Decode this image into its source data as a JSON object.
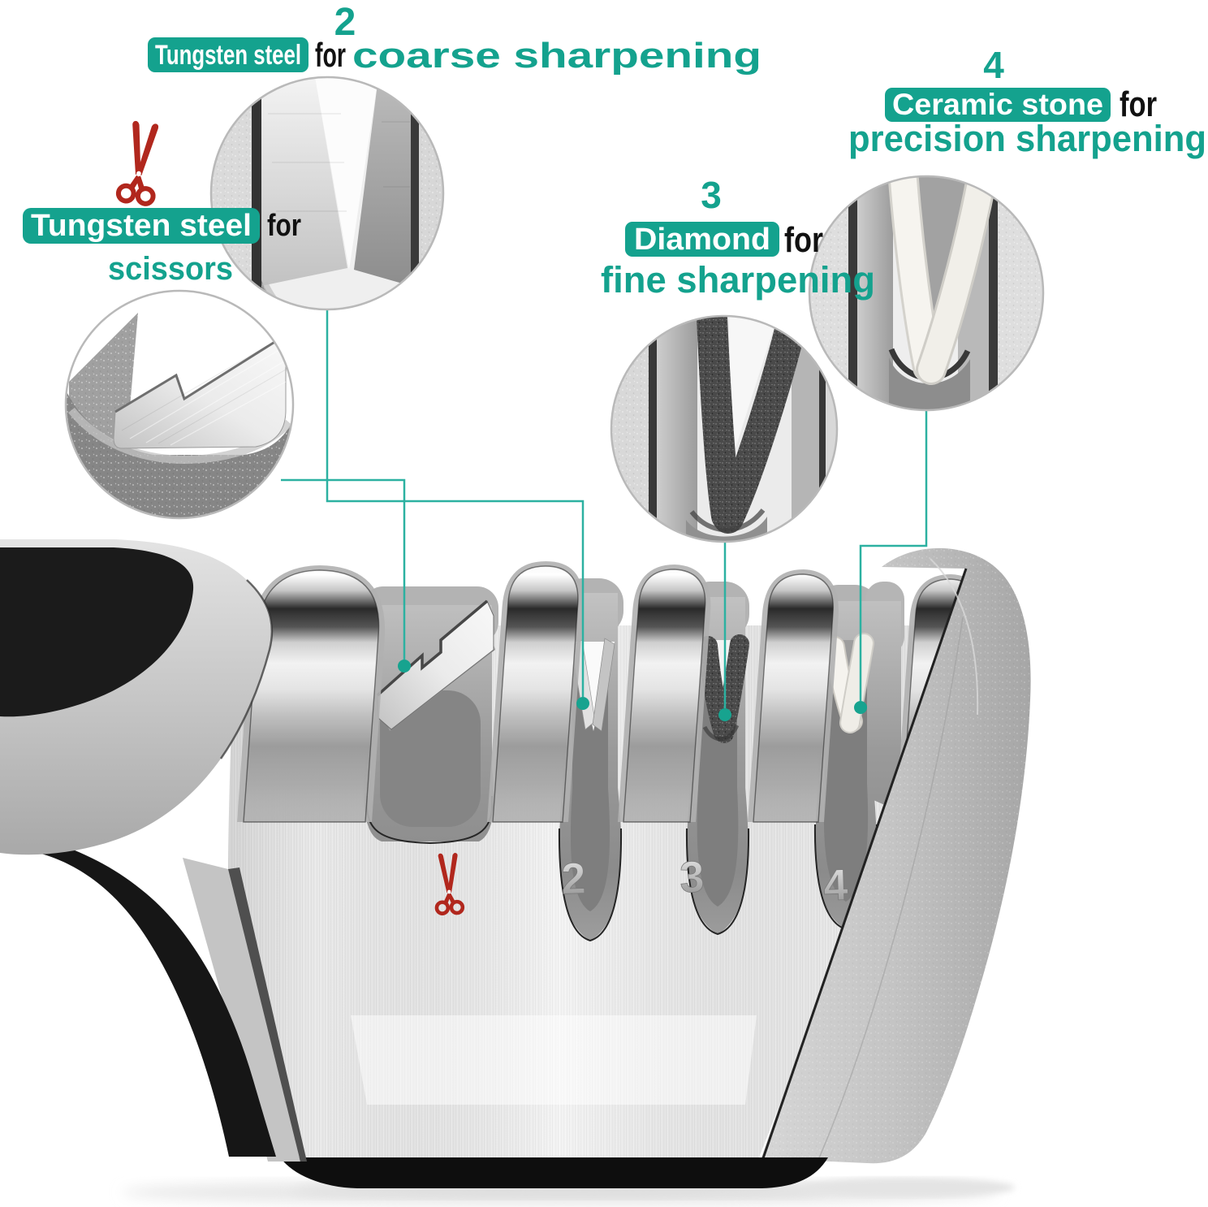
{
  "colors": {
    "teal": "#14a28e",
    "teal_line": "#2cb1a1",
    "red": "#b1271d",
    "text_black": "#111111"
  },
  "callouts": {
    "scissors": {
      "highlight": "Tungsten steel",
      "connector": "for",
      "emphasis": "scissors"
    },
    "coarse": {
      "number": "2",
      "highlight": "Tungsten steel",
      "connector": "for",
      "emphasis": "coarse sharpening"
    },
    "fine": {
      "number": "3",
      "highlight": "Diamond",
      "connector": "for",
      "emphasis": "fine sharpening"
    },
    "precision": {
      "number": "4",
      "highlight": "Ceramic stone",
      "connector": "for",
      "emphasis": "precision sharpening"
    }
  },
  "face_markings": {
    "slot2": "2",
    "slot3": "3",
    "slot4": "4"
  }
}
